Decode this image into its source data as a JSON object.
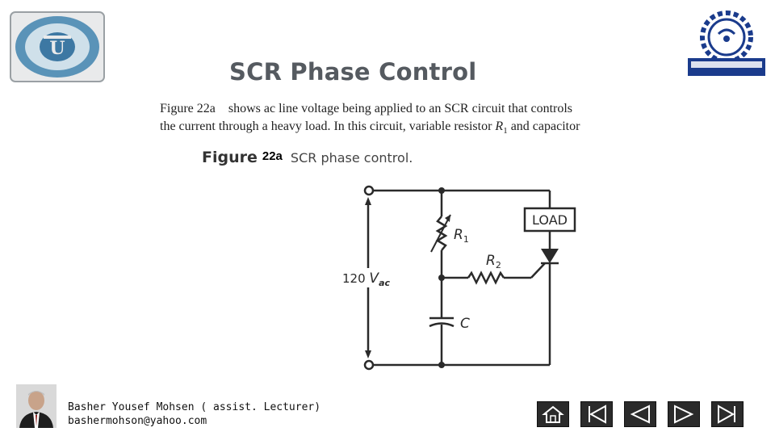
{
  "slide": {
    "title": "SCR Phase Control",
    "paragraph": {
      "line1_fig": "Figure 22a",
      "line1_rest": "shows ac line voltage being applied to an SCR circuit that controls",
      "line2_pre": "the current through a heavy load. In this circuit, variable resistor",
      "line2_sym": "R",
      "line2_sub": "1",
      "line2_post": "and capacitor"
    },
    "caption": {
      "word": "Figure",
      "number": "22a",
      "text": "SCR phase control."
    }
  },
  "circuit": {
    "load_label": "LOAD",
    "r1_label": "R",
    "r1_sub": "1",
    "r2_label": "R",
    "r2_sub": "2",
    "c_label": "C",
    "voltage_value": "120",
    "voltage_sym": "V",
    "voltage_sub": "ac"
  },
  "footer": {
    "author": "Basher Yousef Mohsen ( assist. Lecturer)",
    "email": "bashermohson@yahoo.com"
  },
  "nav": {
    "icons": [
      "home-icon",
      "first-page-icon",
      "previous-icon",
      "next-icon",
      "last-page-icon"
    ]
  },
  "colors": {
    "title": "#555a60",
    "nav_bg": "#2b2b2b"
  }
}
